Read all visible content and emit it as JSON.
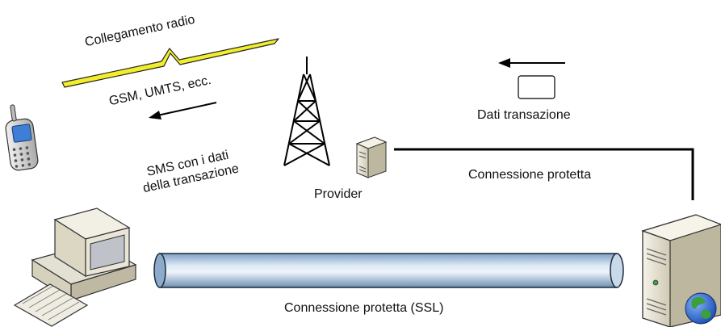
{
  "labels": {
    "radio_link": "Collegamento radio",
    "networks": "GSM, UMTS, ecc.",
    "sms_line1": "SMS con i dati",
    "sms_line2": "della transazione",
    "provider": "Provider",
    "transaction_data": "Dati transazione",
    "protected_connection": "Connessione protetta",
    "ssl_connection": "Connessione protetta (SSL)"
  },
  "colors": {
    "lightning": "#f2ee2a",
    "tunnel_light": "#dce9f5",
    "tunnel_dark": "#7fa0c4",
    "tunnel_outline": "#1a2a3a",
    "phone_body": "#d9d9d9",
    "phone_screen": "#3d7fd6",
    "server_body": "#eae6d8",
    "globe_blue": "#2f63c8",
    "globe_green": "#3c9e3c"
  },
  "icons": [
    "mobile-phone-icon",
    "radio-tower-icon",
    "provider-server-icon",
    "desktop-computer-icon",
    "web-server-icon",
    "globe-icon",
    "envelope-icon"
  ]
}
